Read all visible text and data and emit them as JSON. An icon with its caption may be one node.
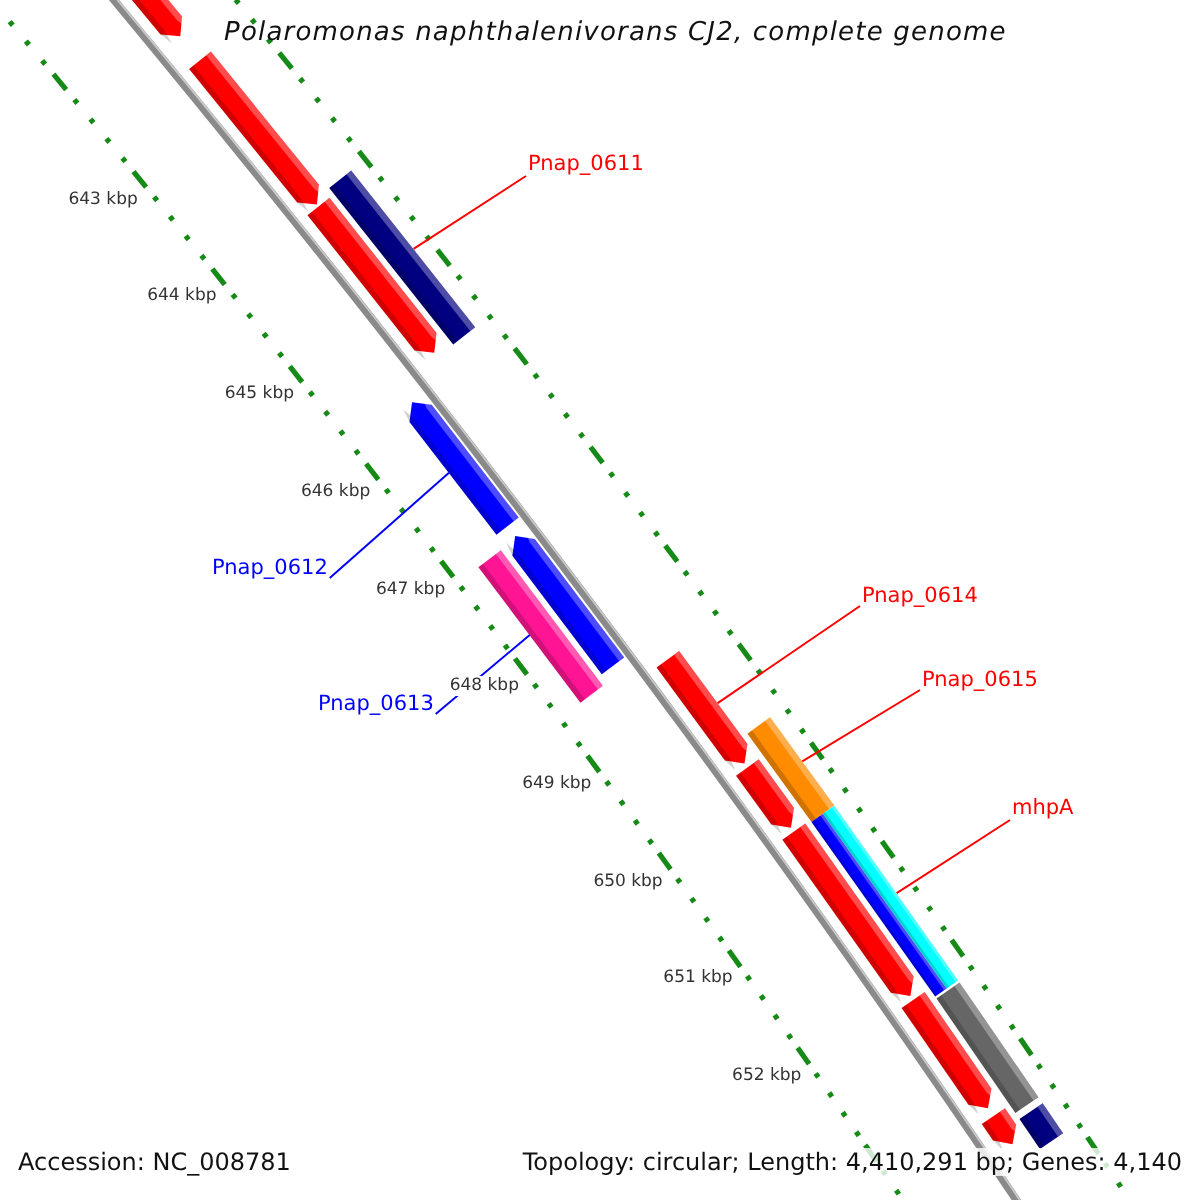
{
  "diagram": {
    "title": "Polaromonas naphthalenivorans CJ2, complete genome",
    "nodes": [
      {
        "text": [
          "Pnap_0611"
        ]
      },
      {
        "text": [
          "Pnap_0612"
        ]
      },
      {
        "text": [
          "Pnap_0613"
        ]
      },
      {
        "text": [
          "Pnap_0614"
        ]
      },
      {
        "text": [
          "Pnap_0615"
        ]
      },
      {
        "text": [
          "mhpA"
        ]
      },
      {
        "text": [],
        "shape": "arrow"
      },
      {
        "text": [],
        "shape": "arrow"
      },
      {
        "text": [],
        "shape": "bar"
      },
      {
        "text": [],
        "shape": "arrow"
      },
      {
        "text": [],
        "shape": "arrow"
      },
      {
        "text": [],
        "shape": "arrow"
      },
      {
        "text": [],
        "shape": "bar"
      },
      {
        "text": [],
        "shape": "arrow"
      },
      {
        "text": [],
        "shape": "bar"
      },
      {
        "text": [],
        "shape": "arrow"
      },
      {
        "text": [],
        "shape": "bar"
      },
      {
        "text": [],
        "shape": "bar"
      },
      {
        "text": [],
        "shape": "arrow"
      },
      {
        "text": [],
        "shape": "arrow"
      },
      {
        "text": [],
        "shape": "bar"
      },
      {
        "text": [],
        "shape": "arrow"
      },
      {
        "text": [],
        "shape": "bar"
      }
    ],
    "edges": [
      {
        "from": 0,
        "to": 8,
        "arrow": "none"
      },
      {
        "from": 1,
        "to": 10,
        "arrow": "none",
        "color": "#0000ff"
      },
      {
        "from": 2,
        "to": 12,
        "arrow": "none",
        "color": "#0000ff"
      },
      {
        "from": 3,
        "to": 13,
        "arrow": "none"
      },
      {
        "from": 4,
        "to": 14,
        "arrow": "none"
      },
      {
        "from": 5,
        "to": 17,
        "arrow": "none"
      }
    ],
    "labels": [
      "643 kbp",
      "644 kbp",
      "645 kbp",
      "646 kbp",
      "647 kbp",
      "648 kbp",
      "649 kbp",
      "650 kbp",
      "651 kbp",
      "652 kbp",
      "Accession: NC_008781",
      "Topology: circular; Length: 4,410,291 bp; Genes: 4,140"
    ]
  }
}
